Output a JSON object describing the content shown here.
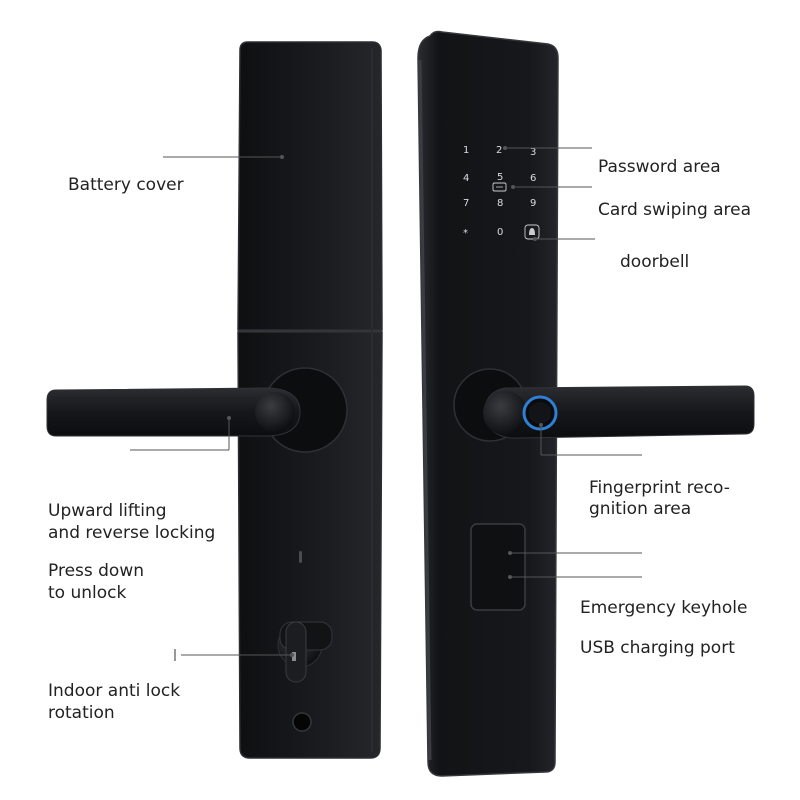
{
  "labels": {
    "battery_cover": "Battery cover",
    "password_area": "Password area",
    "card_swiping_area": "Card swiping area",
    "doorbell": "doorbell",
    "upward_lifting_line1": "Upward lifting",
    "upward_lifting_line2": "and reverse locking",
    "press_down_line1": "Press down",
    "press_down_line2": "to unlock",
    "indoor_line1": "Indoor anti lock",
    "indoor_line2": "rotation",
    "fingerprint_line1": "Fingerprint reco-",
    "fingerprint_line2": "gnition area",
    "emergency_keyhole": "Emergency keyhole",
    "usb_port": "USB charging port"
  },
  "keypad": {
    "keys": [
      "1",
      "2",
      "3",
      "4",
      "5",
      "6",
      "7",
      "8",
      "9",
      "*",
      "0"
    ],
    "card_icon": "card-reader-icon",
    "bell_icon": "bell-icon"
  },
  "colors": {
    "lock_body": "#141517",
    "lock_edge": "#2c2e33",
    "fingerprint_ring": "#2f7fd6",
    "callout_line": "#555555",
    "label_text": "#222222"
  }
}
